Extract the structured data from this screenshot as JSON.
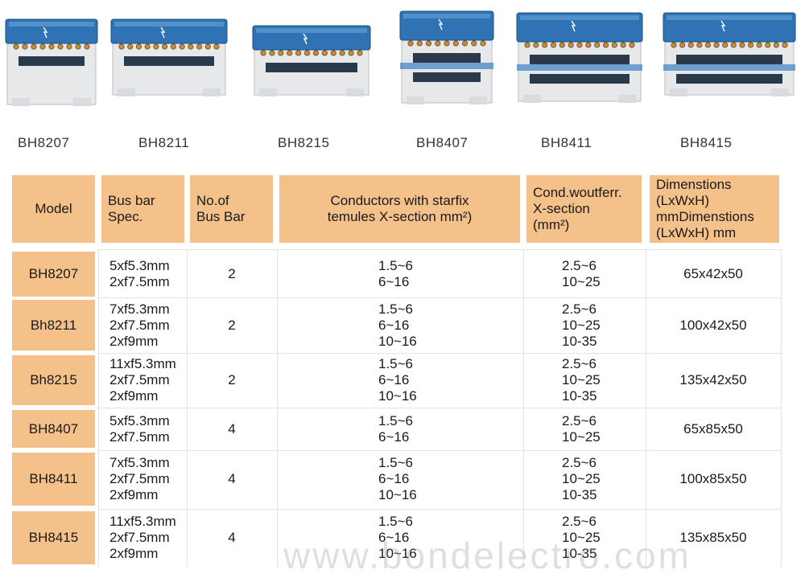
{
  "products": [
    {
      "model": "BH8207",
      "rows": 2
    },
    {
      "model": "BH8211",
      "rows": 2
    },
    {
      "model": "BH8215",
      "rows": 2
    },
    {
      "model": "BH8407",
      "rows": 4
    },
    {
      "model": "BH8411",
      "rows": 4
    },
    {
      "model": "BH8415",
      "rows": 4
    }
  ],
  "table": {
    "headers": {
      "model": "Model",
      "spec": "Bus bar\nSpec.",
      "no": "No.of\nBus Bar",
      "conductors": "Conductors with starfix\ntemules X-section mm²)",
      "cond": "Cond.woutferr.\n X-section\n(mm²)",
      "dims": "Dimenstions\n(LxWxH)\nmmDimenstions\n(LxWxH) mm"
    },
    "rows": [
      {
        "model": "BH8207",
        "spec": "5xf5.3mm\n2xf7.5mm",
        "no": "2",
        "conductors": "1.5~6\n6~16",
        "cond": "2.5~6\n10~25",
        "dims": "65x42x50"
      },
      {
        "model": "Bh8211",
        "spec": "7xf5.3mm\n2xf7.5mm\n2xf9mm",
        "no": "2",
        "conductors": "1.5~6\n6~16\n 10~16",
        "cond": "2.5~6\n10~25\n10-35",
        "dims": "100x42x50"
      },
      {
        "model": "Bh8215",
        "spec": "11xf5.3mm\n2xf7.5mm\n2xf9mm",
        "no": "2",
        "conductors": "1.5~6\n6~16\n 10~16",
        "cond": "2.5~6\n10~25\n10-35",
        "dims": "135x42x50"
      },
      {
        "model": "BH8407",
        "spec": "5xf5.3mm\n2xf7.5mm",
        "no": "4",
        "conductors": "1.5~6\n6~16",
        "cond": "2.5~6\n10~25",
        "dims": "65x85x50"
      },
      {
        "model": "BH8411",
        "spec": "7xf5.3mm\n2xf7.5mm\n2xf9mm",
        "no": "4",
        "conductors": "1.5~6\n6~16\n 10~16",
        "cond": "2.5~6\n10~25\n10-35",
        "dims": "100x85x50"
      },
      {
        "model": "BH8415",
        "spec": "11xf5.3mm\n2xf7.5mm\n2xf9mm",
        "no": "4",
        "conductors": "1.5~6\n6~16\n 10~16",
        "cond": "2.5~6\n10~25\n10-35",
        "dims": "135x85x50"
      }
    ]
  },
  "watermark": "www.bondelectro.com",
  "colors": {
    "header_fill": "#f5c18a",
    "cover_blue": "#2f73b5",
    "housing_gray": "#e6e8ea",
    "bar_dark": "#2b3a4a"
  }
}
